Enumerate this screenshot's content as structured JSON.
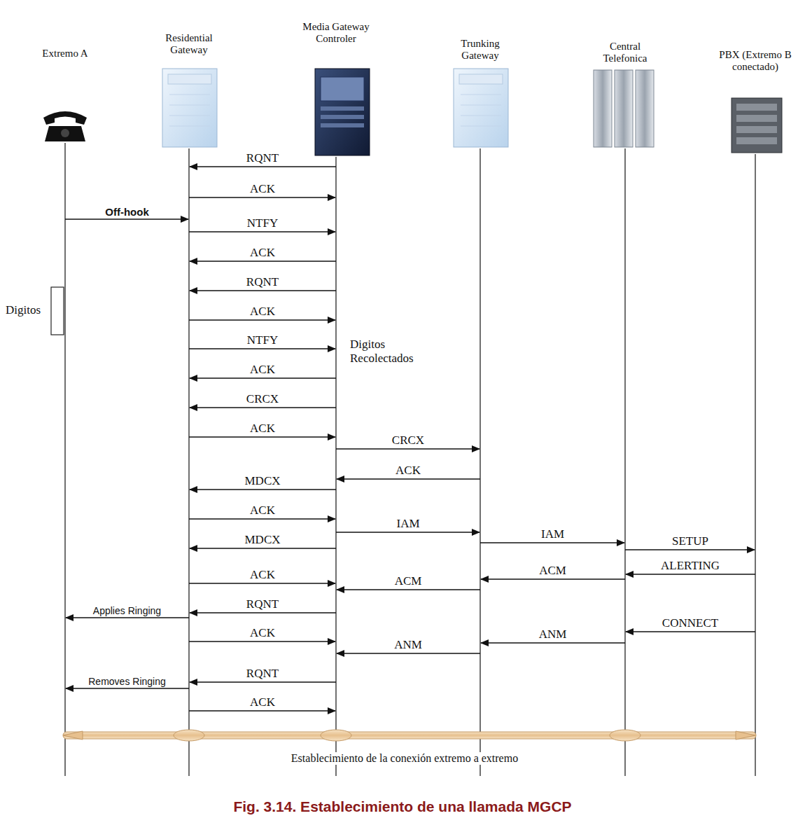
{
  "diagram": {
    "caption": "Fig. 3.14. Establecimiento de una llamada MGCP",
    "nodes": [
      {
        "text": [
          "Extremo A"
        ]
      },
      {
        "text": [
          "Residential Gateway"
        ]
      },
      {
        "text": [
          "Media Gateway Controler"
        ]
      },
      {
        "text": [
          "Trunking Gateway"
        ]
      },
      {
        "text": [
          "Central Telefonica"
        ]
      },
      {
        "text": [
          "PBX (Extremo B conectado)"
        ]
      }
    ],
    "edges": [
      {
        "from": 2,
        "to": 1,
        "label": "RQNT",
        "arrow": "to"
      },
      {
        "from": 1,
        "to": 2,
        "label": "ACK",
        "arrow": "to"
      },
      {
        "from": 0,
        "to": 1,
        "label": "Off-hook",
        "arrow": "to"
      },
      {
        "from": 1,
        "to": 2,
        "label": "NTFY",
        "arrow": "to"
      },
      {
        "from": 2,
        "to": 1,
        "label": "ACK",
        "arrow": "to"
      },
      {
        "from": 2,
        "to": 1,
        "label": "RQNT",
        "arrow": "to"
      },
      {
        "from": 1,
        "to": 2,
        "label": "ACK",
        "arrow": "to"
      },
      {
        "from": 1,
        "to": 2,
        "label": "NTFY",
        "arrow": "to"
      },
      {
        "from": 2,
        "to": 1,
        "label": "ACK",
        "arrow": "to"
      },
      {
        "from": 2,
        "to": 1,
        "label": "CRCX",
        "arrow": "to"
      },
      {
        "from": 1,
        "to": 2,
        "label": "ACK",
        "arrow": "to"
      },
      {
        "from": 2,
        "to": 3,
        "label": "CRCX",
        "arrow": "to"
      },
      {
        "from": 3,
        "to": 2,
        "label": "ACK",
        "arrow": "to"
      },
      {
        "from": 2,
        "to": 1,
        "label": "MDCX",
        "arrow": "to"
      },
      {
        "from": 1,
        "to": 2,
        "label": "ACK",
        "arrow": "to"
      },
      {
        "from": 2,
        "to": 3,
        "label": "IAM",
        "arrow": "to"
      },
      {
        "from": 3,
        "to": 4,
        "label": "IAM",
        "arrow": "to"
      },
      {
        "from": 4,
        "to": 5,
        "label": "SETUP",
        "arrow": "to"
      },
      {
        "from": 2,
        "to": 1,
        "label": "MDCX",
        "arrow": "to"
      },
      {
        "from": 5,
        "to": 4,
        "label": "ALERTING",
        "arrow": "to"
      },
      {
        "from": 4,
        "to": 3,
        "label": "ACM",
        "arrow": "to"
      },
      {
        "from": 1,
        "to": 2,
        "label": "ACK",
        "arrow": "to"
      },
      {
        "from": 3,
        "to": 2,
        "label": "ACM",
        "arrow": "to"
      },
      {
        "from": 2,
        "to": 1,
        "label": "RQNT",
        "arrow": "to"
      },
      {
        "from": 1,
        "to": 0,
        "label": "Applies Ringing",
        "arrow": "to"
      },
      {
        "from": 5,
        "to": 4,
        "label": "CONNECT",
        "arrow": "to"
      },
      {
        "from": 1,
        "to": 2,
        "label": "ACK",
        "arrow": "to"
      },
      {
        "from": 4,
        "to": 3,
        "label": "ANM",
        "arrow": "to"
      },
      {
        "from": 3,
        "to": 2,
        "label": "ANM",
        "arrow": "to"
      },
      {
        "from": 2,
        "to": 1,
        "label": "RQNT",
        "arrow": "to"
      },
      {
        "from": 1,
        "to": 0,
        "label": "Removes Ringing",
        "arrow": "to"
      },
      {
        "from": 1,
        "to": 2,
        "label": "ACK",
        "arrow": "to"
      }
    ],
    "labels": [
      "Digitos",
      "Digitos Recolectados",
      "Establecimiento de la conexión extremo a extremo"
    ]
  }
}
